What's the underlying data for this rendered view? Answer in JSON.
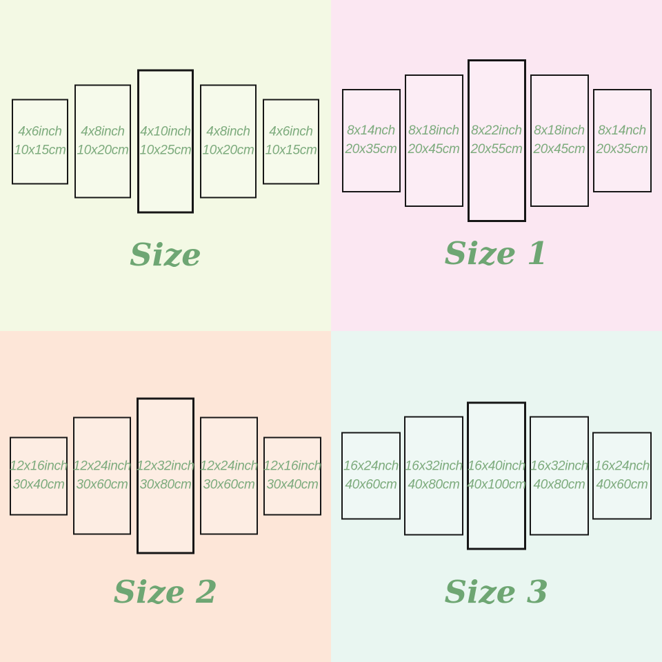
{
  "colors": {
    "label": "#7dab7d",
    "title": "#6ea673",
    "panel_border": "#161616",
    "bg_top_left": "#f3f9e4",
    "bg_top_right": "#fbe7f2",
    "bg_bottom_left": "#fde6d8",
    "bg_bottom_right": "#e9f6f1"
  },
  "quadrants": [
    {
      "id": "size",
      "title": "Size",
      "background": "#f3f9e4",
      "panels": [
        {
          "inch": "4x6inch",
          "cm": "10x15cm"
        },
        {
          "inch": "4x8inch",
          "cm": "10x20cm"
        },
        {
          "inch": "4x10inch",
          "cm": "10x25cm"
        },
        {
          "inch": "4x8inch",
          "cm": "10x20cm"
        },
        {
          "inch": "4x6inch",
          "cm": "10x15cm"
        }
      ]
    },
    {
      "id": "size-1",
      "title": "Size 1",
      "background": "#fbe7f2",
      "panels": [
        {
          "inch": "8x14nch",
          "cm": "20x35cm"
        },
        {
          "inch": "8x18inch",
          "cm": "20x45cm"
        },
        {
          "inch": "8x22inch",
          "cm": "20x55cm"
        },
        {
          "inch": "8x18inch",
          "cm": "20x45cm"
        },
        {
          "inch": "8x14nch",
          "cm": "20x35cm"
        }
      ]
    },
    {
      "id": "size-2",
      "title": "Size 2",
      "background": "#fde6d8",
      "panels": [
        {
          "inch": "12x16inch",
          "cm": "30x40cm"
        },
        {
          "inch": "12x24inch",
          "cm": "30x60cm"
        },
        {
          "inch": "12x32inch",
          "cm": "30x80cm"
        },
        {
          "inch": "12x24inch",
          "cm": "30x60cm"
        },
        {
          "inch": "12x16inch",
          "cm": "30x40cm"
        }
      ]
    },
    {
      "id": "size-3",
      "title": "Size 3",
      "background": "#e9f6f1",
      "panels": [
        {
          "inch": "16x24nch",
          "cm": "40x60cm"
        },
        {
          "inch": "16x32inch",
          "cm": "40x80cm"
        },
        {
          "inch": "16x40inch",
          "cm": "40x100cm"
        },
        {
          "inch": "16x32inch",
          "cm": "40x80cm"
        },
        {
          "inch": "16x24nch",
          "cm": "40x60cm"
        }
      ]
    }
  ]
}
